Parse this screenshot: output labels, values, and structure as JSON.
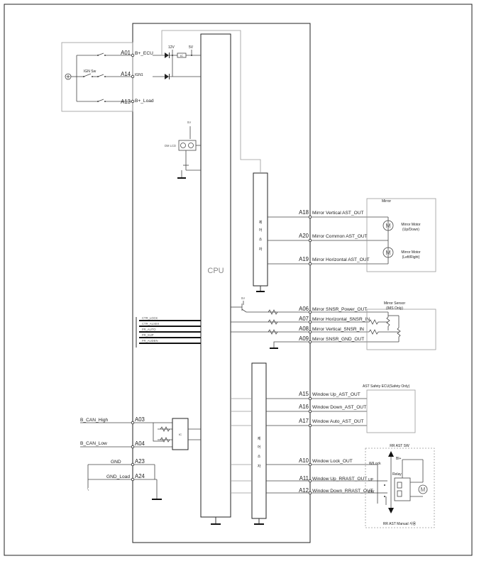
{
  "cpu_label": "CPU",
  "power": {
    "pins": [
      {
        "pin": "A01",
        "label": "B+_ECU"
      },
      {
        "pin": "A14",
        "label": "IGN1"
      },
      {
        "pin": "A13",
        "label": "B+_Load"
      }
    ],
    "ign_switch_text": "IGN Sw",
    "v12_text": "12V",
    "v5_text": "5V",
    "reg_text": "IC"
  },
  "lcd": {
    "label": "DM LCD",
    "v_text": "5V"
  },
  "mirror_switch_inputs": [
    {
      "label": "CTR_LOCK"
    },
    {
      "label": "CTR_ALSEX"
    },
    {
      "label": "FR_AUTO"
    },
    {
      "label": "FR_SUP"
    },
    {
      "label": "FR_AUDEN"
    }
  ],
  "driver_top_text": [
    "제",
    "어",
    "소",
    "자"
  ],
  "driver_bottom_text": [
    "제",
    "어",
    "소",
    "자"
  ],
  "mirror_outputs": [
    {
      "pin": "A18",
      "label": "Mirror Vertical AST_OUT"
    },
    {
      "pin": "A20",
      "label": "Mirror Common AST_OUT"
    },
    {
      "pin": "A19",
      "label": "Mirror Horizontal AST_OUT"
    }
  ],
  "mirror_box": {
    "title": "Mirror",
    "motor_glyph": "M",
    "motor1": [
      "Mirror Motor",
      "(Up/Down)"
    ],
    "motor2": [
      "Mirror Motor",
      "(Left/Right)"
    ]
  },
  "sensor_v_text": "5V",
  "sensor_pins": [
    {
      "pin": "A06",
      "label": "Mirror SNSR_Power_OUT"
    },
    {
      "pin": "A07",
      "label": "Mirror Horizontal_SNSR_IN"
    },
    {
      "pin": "A08",
      "label": "Mirror Vertical_SNSR_IN"
    },
    {
      "pin": "A09",
      "label": "Mirror SNSR_GND_OUT"
    }
  ],
  "sensor_box": {
    "title": [
      "Mirror Sensor",
      "(IMS Only)"
    ]
  },
  "window_outputs": [
    {
      "pin": "A15",
      "label": "Window Up_AST_OUT"
    },
    {
      "pin": "A16",
      "label": "Window Down_AST_OUT"
    },
    {
      "pin": "A17",
      "label": "Window Auto_AST_OUT"
    }
  ],
  "safety_box": {
    "title": "AST Safety ECU(Safety Only)"
  },
  "rr_pins": [
    {
      "pin": "A10",
      "label": "Window Lock_OUT"
    },
    {
      "pin": "A11",
      "label": "Window Up_RRAST_OUT"
    },
    {
      "pin": "A12",
      "label": "Window Down_RRAST_OUT"
    }
  ],
  "rr_box": {
    "title": "RR AST SW",
    "bplus": "Bl+",
    "wlock": "W/Lock",
    "up": "UP",
    "dw": "DW",
    "relay": "Relay",
    "motor_glyph": "M",
    "footer": "RR AST Manual 사용"
  },
  "can_pins": [
    {
      "pin": "A03",
      "label": "B_CAN_High"
    },
    {
      "pin": "A04",
      "label": "B_CAN_Low"
    }
  ],
  "transceiver_text": "IC",
  "gnd_pins": [
    {
      "pin": "A23",
      "label": "GND"
    },
    {
      "pin": "A24",
      "label": "GND_Load"
    }
  ]
}
